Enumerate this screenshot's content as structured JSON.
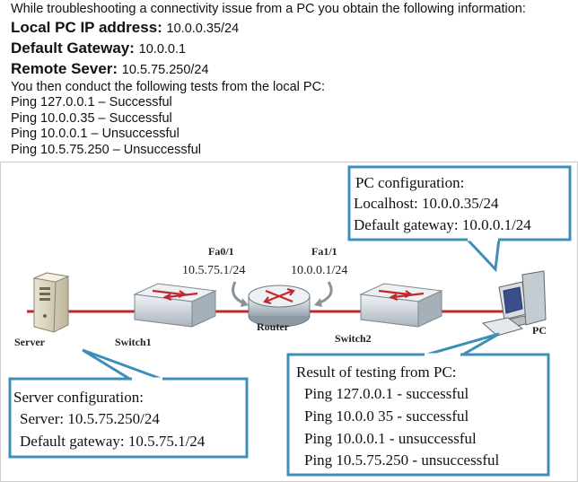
{
  "question": {
    "intro": "While troubleshooting a connectivity issue from a PC you obtain the following information:",
    "local_pc_label": "Local PC IP address:",
    "local_pc_value": "10.0.0.35/24",
    "gateway_label": "Default Gateway:",
    "gateway_value": "10.0.0.1",
    "remote_label": "Remote Sever:",
    "remote_value": "10.5.75.250/24",
    "tests_intro": "You then conduct the following tests from the local PC:",
    "tests": [
      "Ping 127.0.0.1 – Successful",
      "Ping 10.0.0.35 – Successful",
      "Ping 10.0.0.1 – Unsuccessful",
      "Ping 10.5.75.250 – Unsuccessful"
    ]
  },
  "diagram": {
    "devices": {
      "server": "Server",
      "switch1": "Switch1",
      "router": "Router",
      "switch2": "Switch2",
      "pc": "PC"
    },
    "interfaces": {
      "fa01_name": "Fa0/1",
      "fa01_ip": "10.5.75.1/24",
      "fa11_name": "Fa1/1",
      "fa11_ip": "10.0.0.1/24"
    },
    "pc_config": {
      "title": "PC configuration:",
      "line1": "Localhost: 10.0.0.35/24",
      "line2": "Default gateway: 10.0.0.1/24"
    },
    "server_config": {
      "title": "Server configuration:",
      "line1": "Server: 10.5.75.250/24",
      "line2": "Default gateway: 10.5.75.1/24"
    },
    "results": {
      "title": "Result of testing from PC:",
      "lines": [
        "Ping 127.0.0.1 - successful",
        "Ping 10.0.0 35 - successful",
        "Ping 10.0.0.1 - unsuccessful",
        "Ping 10.5.75.250 - unsuccessful"
      ]
    },
    "colors": {
      "callout_border": "#3d8fb8",
      "link": "#c0282d",
      "device": "#cfd6dc"
    }
  }
}
